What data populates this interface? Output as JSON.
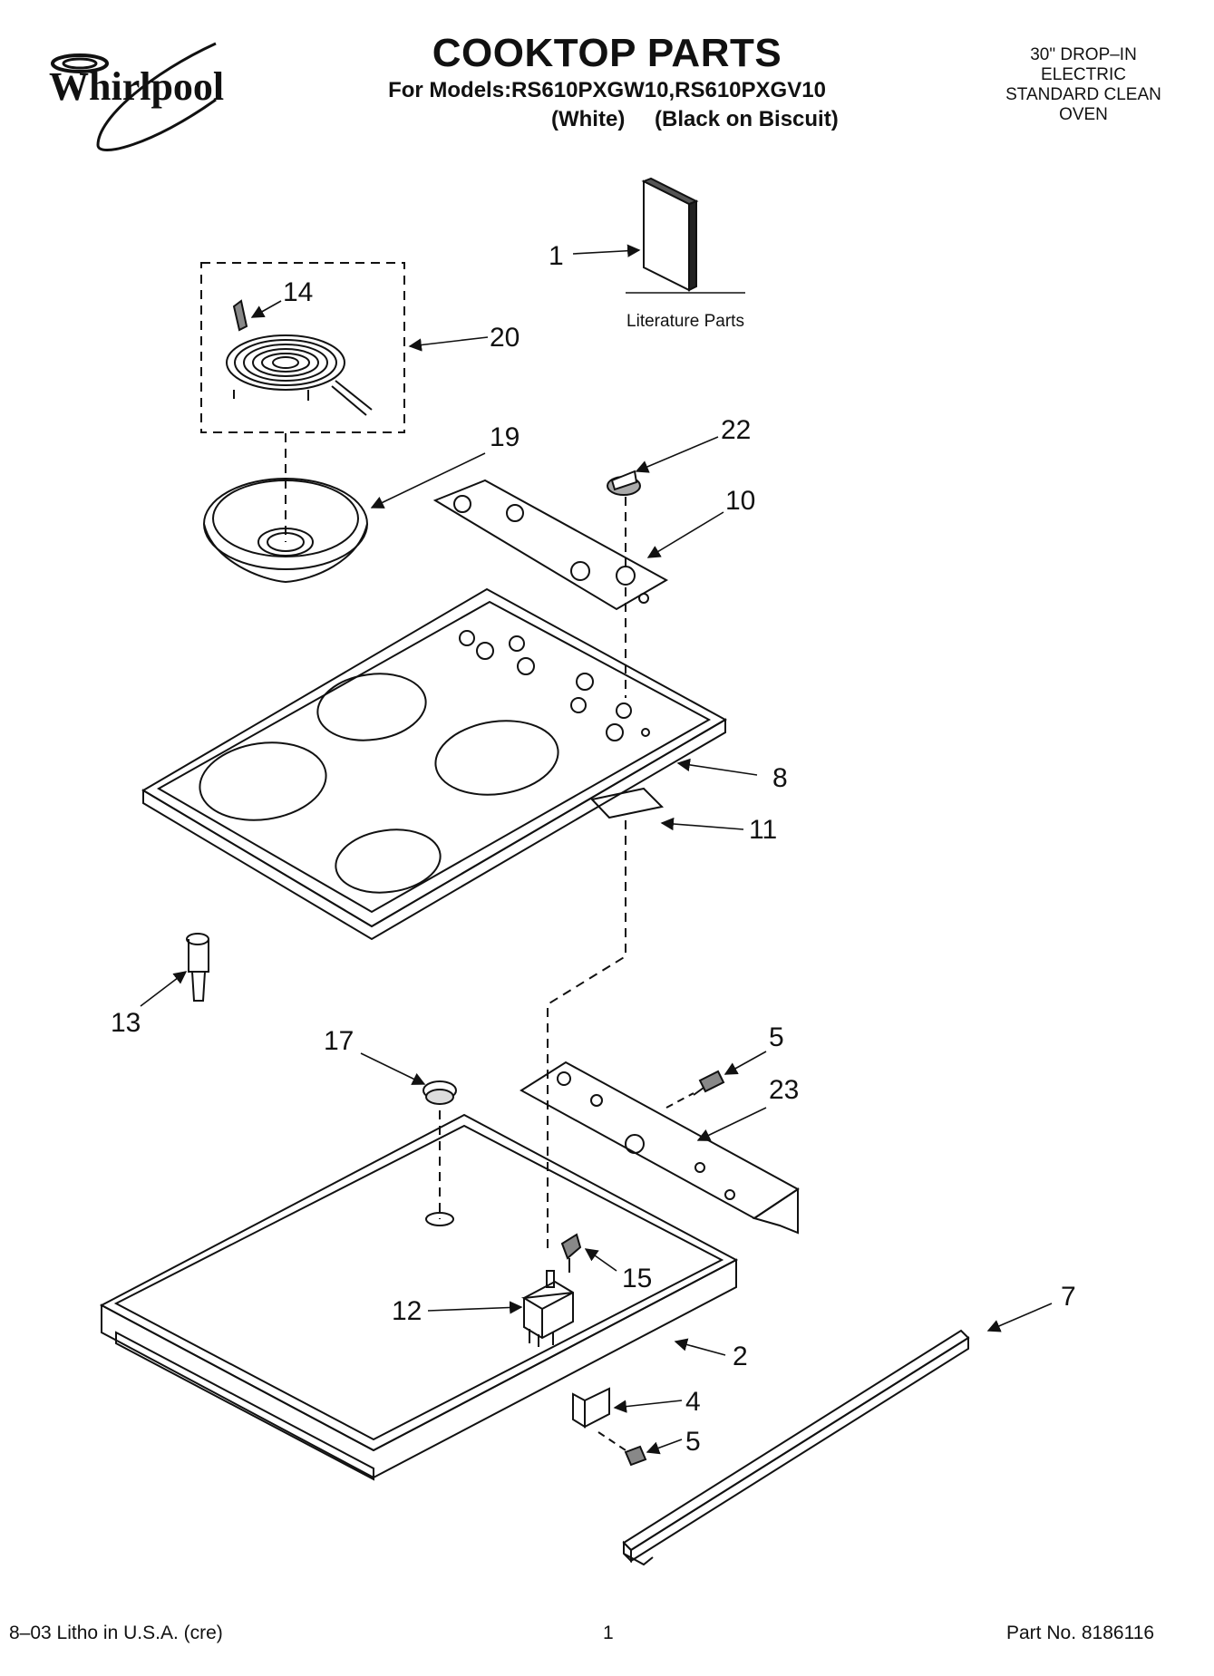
{
  "header": {
    "brand": "Whirlpool",
    "title": "COOKTOP PARTS",
    "models_line": "For Models:RS610PXGW10,RS610PXGV10",
    "variant_white": "(White)",
    "variant_biscuit": "(Black on Biscuit)",
    "oven_description": [
      "30\" DROP–IN",
      "ELECTRIC",
      "STANDARD CLEAN",
      "OVEN"
    ]
  },
  "diagram": {
    "literature_label": "Literature Parts",
    "callouts": {
      "c1": "1",
      "c2": "2",
      "c4": "4",
      "c5a": "5",
      "c5b": "5",
      "c7": "7",
      "c8": "8",
      "c10": "10",
      "c11": "11",
      "c12": "12",
      "c13": "13",
      "c14": "14",
      "c15": "15",
      "c17": "17",
      "c19": "19",
      "c20": "20",
      "c22": "22",
      "c23": "23"
    }
  },
  "footer": {
    "litho": "8–03 Litho in U.S.A. (cre)",
    "page": "1",
    "part_no": "Part No. 8186116"
  }
}
